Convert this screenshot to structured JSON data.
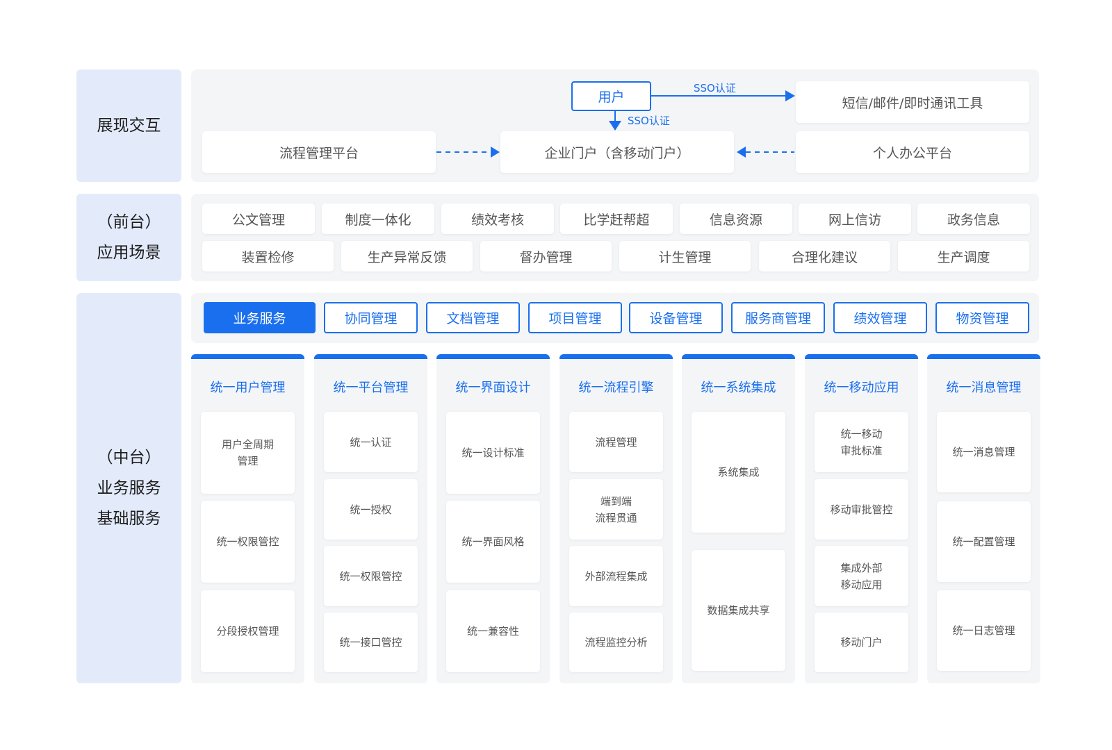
{
  "rows": {
    "presentation": {
      "label_lines": [
        "展现交互"
      ]
    },
    "frontend": {
      "label_lines": [
        "（前台）",
        "应用场景"
      ]
    },
    "middle": {
      "label_lines": [
        "（中台）",
        "业务服务",
        "基础服务"
      ]
    }
  },
  "presentation": {
    "user": "用户",
    "sso_right": "SSO认证",
    "sso_down": "SSO认证",
    "messaging_tools": "短信/邮件/即时通讯工具",
    "process_platform": "流程管理平台",
    "portal": "企业门户（含移动门户）",
    "personal_office": "个人办公平台"
  },
  "scenarios": {
    "row1": [
      "公文管理",
      "制度一体化",
      "绩效考核",
      "比学赶帮超",
      "信息资源",
      "网上信访",
      "政务信息"
    ],
    "row2": [
      "装置检修",
      "生产异常反馈",
      "督办管理",
      "计生管理",
      "合理化建议",
      "生产调度"
    ]
  },
  "tabs": [
    "业务服务",
    "协同管理",
    "文档管理",
    "项目管理",
    "设备管理",
    "服务商管理",
    "绩效管理",
    "物资管理"
  ],
  "active_tab": 0,
  "columns": [
    {
      "title": "统一用户管理",
      "tiles": [
        [
          "用户全周期",
          "管理"
        ],
        [
          "统一权限管控"
        ],
        [
          "分段授权管理"
        ]
      ]
    },
    {
      "title": "统一平台管理",
      "tiles": [
        [
          "统一认证"
        ],
        [
          "统一授权"
        ],
        [
          "统一权限管控"
        ],
        [
          "统一接口管控"
        ]
      ]
    },
    {
      "title": "统一界面设计",
      "tiles": [
        [
          "统一设计标准"
        ],
        [
          "统一界面风格"
        ],
        [
          "统一兼容性"
        ]
      ]
    },
    {
      "title": "统一流程引擎",
      "tiles": [
        [
          "流程管理"
        ],
        [
          "端到端",
          "流程贯通"
        ],
        [
          "外部流程集成"
        ],
        [
          "流程监控分析"
        ]
      ]
    },
    {
      "title": "统一系统集成",
      "tiles": [
        [
          "系统集成"
        ],
        [
          "数据集成共享"
        ]
      ]
    },
    {
      "title": "统一移动应用",
      "tiles": [
        [
          "统一移动",
          "审批标准"
        ],
        [
          "移动审批管控"
        ],
        [
          "集成外部",
          "移动应用"
        ],
        [
          "移动门户"
        ]
      ]
    },
    {
      "title": "统一消息管理",
      "tiles": [
        [
          "统一消息管理"
        ],
        [
          "统一配置管理"
        ],
        [
          "统一日志管理"
        ]
      ]
    }
  ],
  "colors": {
    "accent": "#1a6fef",
    "label_bg": "#e3ebfb",
    "panel_bg": "#f4f5f7"
  }
}
